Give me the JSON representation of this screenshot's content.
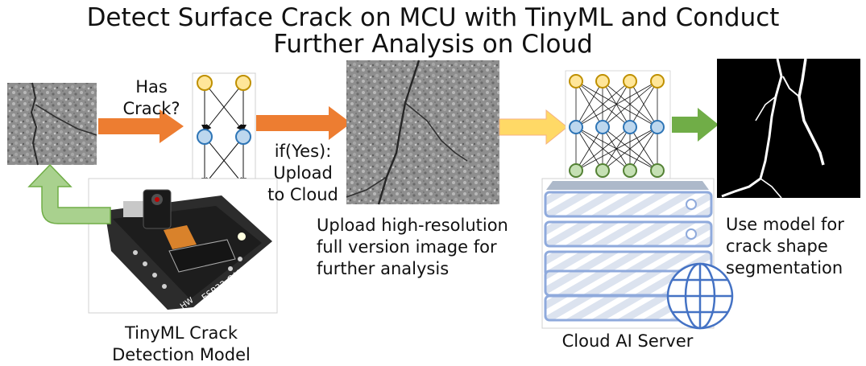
{
  "title": "Detect Surface Crack on MCU with TinyML and Conduct\nFurther Analysis on Cloud",
  "labels": {
    "has_crack": "Has\nCrack?",
    "if_yes": "if(Yes):\nUpload\nto Cloud",
    "upload_desc": "Upload high-resolution\nfull version image for\nfurther analysis",
    "segmentation_desc": "Use model for\ncrack shape\nsegmentation",
    "tinyml_model": "TinyML Crack\nDetection Model",
    "cloud_server": "Cloud AI Server",
    "board_silkscreen": "ESP32-CAM",
    "board_hw": "HW"
  },
  "colors": {
    "orange_arrow": "#ed7d31",
    "yellow_arrow": "#ffd966",
    "green_arrow": "#70ad47",
    "light_green_arrow": "#a9d18e",
    "node_yellow": "#ffd966",
    "node_blue": "#9dc3e6",
    "node_green": "#a9d18e",
    "server_blue": "#8faadc"
  },
  "icons": [
    "crack-photo-small",
    "crack-photo-large",
    "small-neural-network",
    "large-neural-network",
    "esp32-cam-board",
    "cloud-server-icon",
    "globe-icon",
    "segmentation-mask"
  ]
}
